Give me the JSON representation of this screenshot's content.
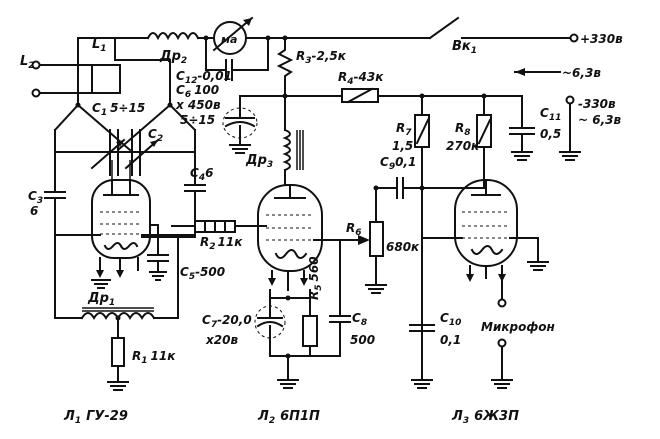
{
  "labels": {
    "L2": "L",
    "L2_sub": "2",
    "L1": "L",
    "L1_sub": "1",
    "Dr2": "Др",
    "Dr2_sub": "2",
    "ma": "ма",
    "R3": "R",
    "R3_sub": "3",
    "R3_val": "-2,5к",
    "Vk1": "Вк",
    "Vk1_sub": "1",
    "plus330": "+330в",
    "ac63": "~6,3в",
    "minus330": "-330в",
    "ac63b": "~ 6,3в",
    "C12": "C",
    "C12_sub": "12",
    "C12_val": "-0,01",
    "C6": "C",
    "C6_sub": "6",
    "C6_val1": "100",
    "C6_val2": "x 450в",
    "C1": "C",
    "C1_sub": "1",
    "C1_val": "5÷15",
    "C2": "C",
    "C2_sub": "2",
    "C2_val": "5÷15",
    "R4": "R",
    "R4_sub": "4",
    "R4_val": "-43к",
    "C11": "C",
    "C11_sub": "11",
    "C11_val": "0,5",
    "R7": "R",
    "R7_sub": "7",
    "R7_val": "1,5",
    "R8": "R",
    "R8_sub": "8",
    "R8_val": "270к",
    "C9": "C",
    "C9_sub": "9",
    "C9_val": "0,1",
    "Dr3": "Др",
    "Dr3_sub": "3",
    "C3": "C",
    "C3_sub": "3",
    "C3_val": "6",
    "C4": "C",
    "C4_sub": "4",
    "C4_val": "6",
    "R2": "R",
    "R2_sub": "2",
    "R2_val": "11к",
    "R6": "R",
    "R6_sub": "6",
    "R6_val": "680к",
    "C5": "C",
    "C5_sub": "5",
    "C5_val": "-500",
    "R5": "R",
    "R5_sub": "5",
    "R5_val": "560",
    "Dr1": "Др",
    "Dr1_sub": "1",
    "C7": "C",
    "C7_sub": "7",
    "C7_val1": "-20,0",
    "C7_val2": "x20в",
    "C8": "C",
    "C8_sub": "8",
    "C8_val": "500",
    "C10": "C",
    "C10_sub": "10",
    "C10_val": "0,1",
    "mic": "Микрофон",
    "R1": "R",
    "R1_sub": "1",
    "R1_val": "11к",
    "T1": "Л",
    "T1_sub": "1",
    "T1_val": "ГУ-29",
    "T2": "Л",
    "T2_sub": "2",
    "T2_val": "6П1П",
    "T3": "Л",
    "T3_sub": "3",
    "T3_val": "6Ж3П"
  }
}
